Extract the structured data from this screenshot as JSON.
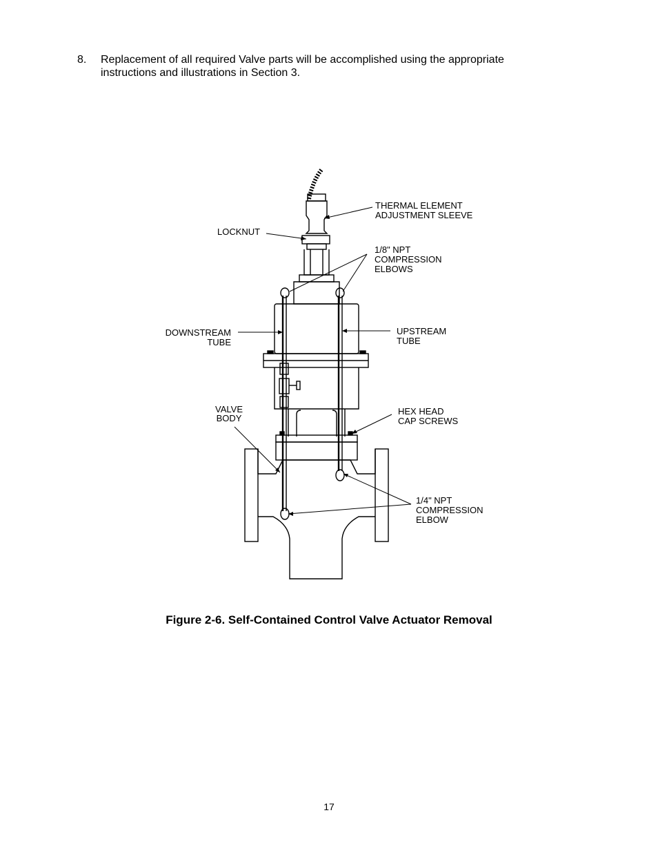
{
  "step": {
    "number": "8.",
    "text": "Replacement of all required Valve parts will be accomplished using the appropriate instructions and illustrations in Section 3."
  },
  "figure": {
    "labels": {
      "thermal_1": "THERMAL ELEMENT",
      "thermal_2": "ADJUSTMENT  SLEEVE",
      "locknut": "LOCKNUT",
      "npt18_1": "1/8\" NPT",
      "npt18_2": "COMPRESSION",
      "npt18_3": "ELBOWS",
      "downstream_1": "DOWNSTREAM",
      "downstream_2": "TUBE",
      "upstream_1": "UPSTREAM",
      "upstream_2": "TUBE",
      "valvebody_1": "VALVE",
      "valvebody_2": "BODY",
      "hex_1": "HEX HEAD",
      "hex_2": "CAP SCREWS",
      "npt14_1": "1/4\" NPT",
      "npt14_2": "COMPRESSION",
      "npt14_3": "ELBOW"
    },
    "caption": "Figure 2-6.  Self-Contained Control Valve Actuator Removal"
  },
  "page_number": "17"
}
